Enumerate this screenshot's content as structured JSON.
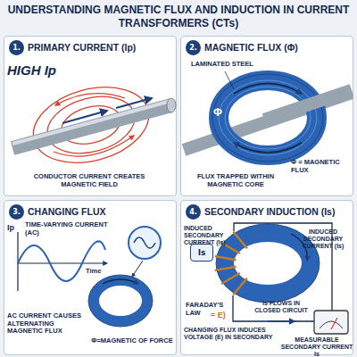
{
  "diagram": {
    "title": "UNDERSTANDING MAGNETIC FLUX AND INDUCTION IN CURRENT TRANSFORMERS (CTs)",
    "nodes": [
      {
        "text": [
          "1.",
          "PRIMARY CURRENT (Ip)"
        ]
      },
      {
        "text": [
          "2.",
          "MAGNETIC FLUX (Φ)"
        ]
      },
      {
        "text": [
          "3.",
          "CHANGING FLUX"
        ]
      },
      {
        "text": [
          "4.",
          "SECONDARY INDUCTION (Is)"
        ]
      },
      {
        "text": [
          "Is"
        ],
        "in": 3
      }
    ],
    "labels": [
      "HIGH Ip",
      "CONDUCTOR CURRENT CREATES MAGNETIC FIELD",
      "LAMINATED STEEL",
      "Φ",
      "FLUX TRAPPED WITHIN MAGNETIC CORE",
      "Φ = MAGNETIC FLUX",
      "Ip",
      "TIME-VARYING CURRENT (AC)",
      "Time",
      "AC CURRENT CAUSES ALTERNATING MAGNETIC FLUX",
      "Φ=MAGNETIC OF FORCE",
      "INDUCED SECONDARY CURRENT (Is)",
      "INDUCED SECONDARY CURRENT (Is)",
      "FARADAY'S LAW",
      "= E)",
      "CHANGING FLUX INDUCES VOLTAGE (E) IN SECONDARY",
      "Is FLOWS IN CLOSED CIRCUIT",
      "MEASURABLE SECONDARY CURRENT Is"
    ]
  }
}
